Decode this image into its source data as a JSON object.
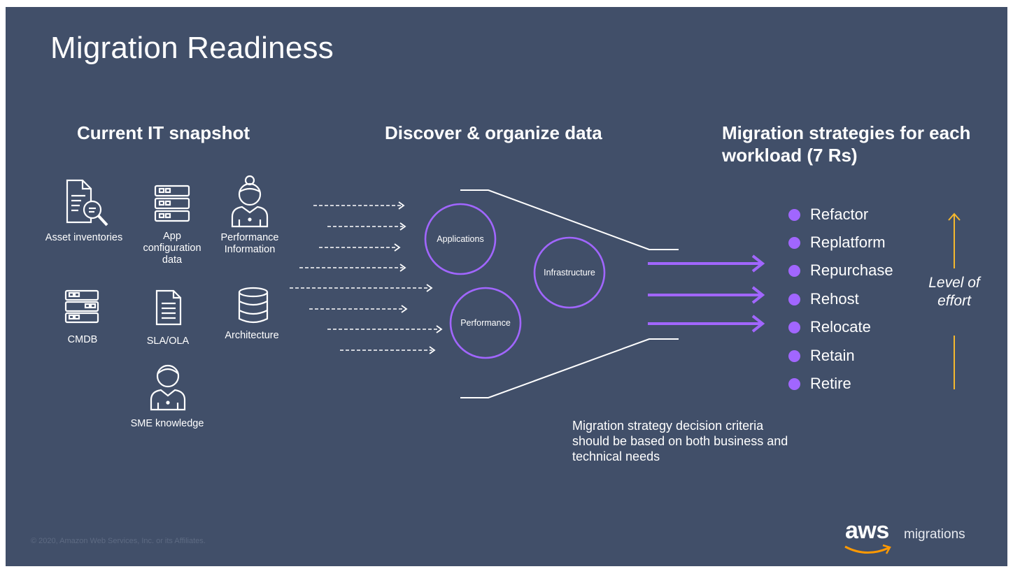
{
  "slide": {
    "title": "Migration Readiness",
    "copyright": "© 2020, Amazon Web Services, Inc. or its Affiliates."
  },
  "snapshot": {
    "heading": "Current IT snapshot",
    "items": [
      {
        "label": "Asset inventories",
        "icon": "document-search-icon"
      },
      {
        "label": "App configuration data",
        "icon": "server-stack-icon"
      },
      {
        "label": "Performance Information",
        "icon": "person-icon"
      },
      {
        "label": "CMDB",
        "icon": "server-stack-icon"
      },
      {
        "label": "SLA/OLA",
        "icon": "document-icon"
      },
      {
        "label": "Architecture",
        "icon": "database-icon"
      },
      {
        "label": "SME knowledge",
        "icon": "person-icon"
      }
    ]
  },
  "discover": {
    "heading": "Discover & organize data",
    "circles": [
      "Applications",
      "Infrastructure",
      "Performance"
    ]
  },
  "strategies": {
    "heading": "Migration strategies for each workload (7 Rs)",
    "items": [
      "Refactor",
      "Replatform",
      "Repurchase",
      "Rehost",
      "Relocate",
      "Retain",
      "Retire"
    ],
    "effort_label": "Level of effort",
    "note": "Migration strategy decision criteria should be based on both business and technical needs"
  },
  "brand": {
    "logo_text": "aws",
    "suffix": "migrations"
  },
  "colors": {
    "background": "#414f69",
    "accent_purple": "#a166ff",
    "effort_arrow": "#f5b82e",
    "logo_smile": "#ff9900"
  }
}
